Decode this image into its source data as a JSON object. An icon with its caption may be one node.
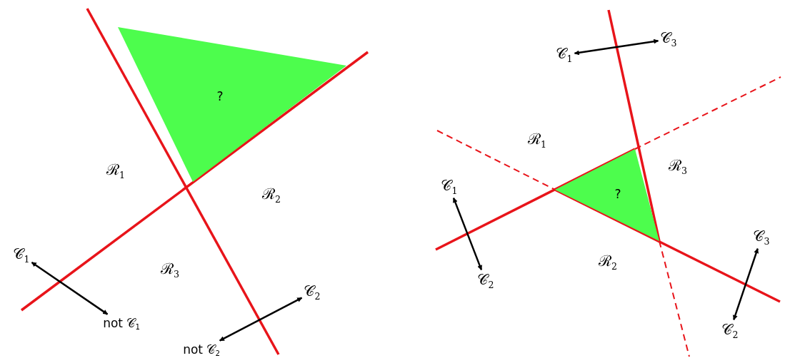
{
  "diagram": {
    "nodes": [
      {
        "text": [
          "?"
        ]
      },
      {
        "text": [
          "𝒞$_{1}$"
        ]
      },
      {
        "text": [
          "not 𝒞$_{1}$"
        ]
      },
      {
        "text": [
          "𝒞$_{2}$"
        ]
      },
      {
        "text": [
          "not 𝒞$_{2}$"
        ]
      },
      {
        "text": [
          "?"
        ]
      },
      {
        "text": [
          "𝒞$_{1}$"
        ]
      },
      {
        "text": [
          "𝒞$_{3}$"
        ]
      },
      {
        "text": [
          "𝒞$_{1}$"
        ]
      },
      {
        "text": [
          "𝒞$_{2}$"
        ]
      },
      {
        "text": [
          "𝒞$_{3}$"
        ]
      },
      {
        "text": [
          "𝒞$_{2}$"
        ]
      }
    ],
    "edges": [
      {
        "from": 1,
        "to": 2,
        "arrow": "both"
      },
      {
        "from": 3,
        "to": 4,
        "arrow": "both"
      },
      {
        "from": 6,
        "to": 7,
        "arrow": "both"
      },
      {
        "from": 8,
        "to": 9,
        "arrow": "both"
      },
      {
        "from": 10,
        "to": 11,
        "arrow": "both"
      }
    ],
    "labels": [
      "ℛ$_{1}$",
      "ℛ$_{2}$",
      "ℛ$_{3}$",
      "ℛ$_{1}$",
      "ℛ$_{3}$",
      "ℛ$_{2}$"
    ]
  }
}
